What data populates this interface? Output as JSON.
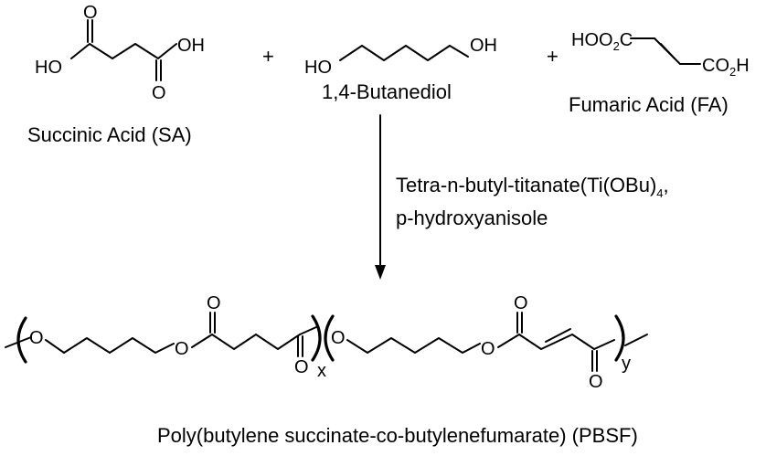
{
  "reactants": {
    "succinic_acid": {
      "name": "Succinic Acid (SA)",
      "ho_left": "HO",
      "oh_right": "OH",
      "o_top": "O",
      "o_bottom": "O"
    },
    "butanediol": {
      "name": "1,4-Butanediol",
      "ho_left": "HO",
      "oh_right": "OH"
    },
    "fumaric_acid": {
      "name": "Fumaric Acid (FA)",
      "left_ho": "HO",
      "left_o": "O",
      "left_c": "C",
      "right_c": "CO",
      "right_h": "H",
      "sub2": "2"
    }
  },
  "plus_signs": [
    "+",
    "+"
  ],
  "conditions": {
    "line1_main": "Tetra-n-butyl-titanate(Ti(OBu)",
    "line1_sub": "4",
    "line1_end": ",",
    "line2": "p-hydroxyanisole"
  },
  "product": {
    "name": "Poly(butylene succinate-co-butylenefumarate) (PBSF)",
    "o_atom": "O",
    "x_subscript": "x",
    "y_subscript": "y"
  }
}
